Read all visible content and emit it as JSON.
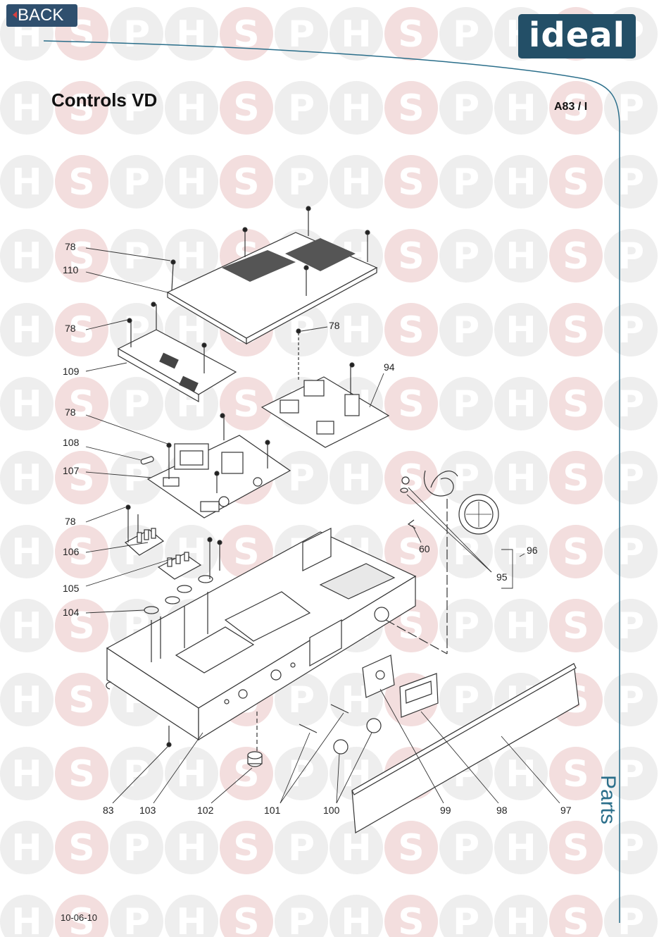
{
  "header": {
    "back_label": "BACK",
    "logo_text": "ideal",
    "title": "Controls VD",
    "code": "A83 / I"
  },
  "side_label": "Parts",
  "footer": {
    "date": "10-06-10"
  },
  "watermark": {
    "letters": [
      "H",
      "S",
      "P"
    ]
  },
  "callouts": {
    "c78a": "78",
    "c110": "110",
    "c78b": "78",
    "c78c": "78",
    "c109": "109",
    "c94": "94",
    "c78d": "78",
    "c108": "108",
    "c107": "107",
    "c78e": "78",
    "c106": "106",
    "c105": "105",
    "c104": "104",
    "c60": "60",
    "c96": "96",
    "c95": "95",
    "c83": "83",
    "c103": "103",
    "c102": "102",
    "c101": "101",
    "c100": "100",
    "c99": "99",
    "c98": "98",
    "c97": "97"
  },
  "colors": {
    "accent": "#2f4f6e",
    "logo_bg": "#234f67",
    "frame_line": "#2a6e8a",
    "watermark_circle": "#eeeeee",
    "watermark_s": "#f3dede"
  }
}
